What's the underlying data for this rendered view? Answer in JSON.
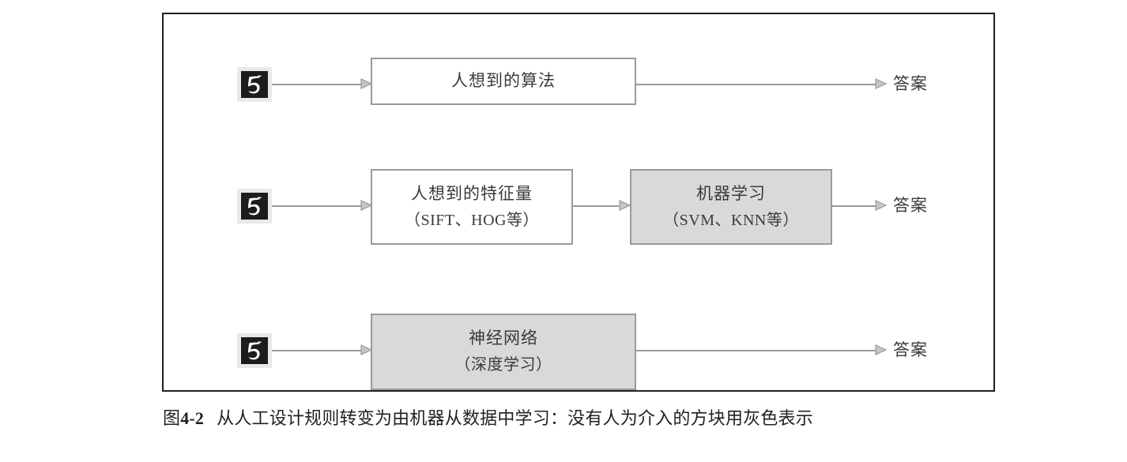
{
  "figure": {
    "caption_prefix": "图",
    "caption_number": "4-2",
    "caption_text": "从人工设计规则转变为由机器从数据中学习：没有人为介入的方块用灰色表示",
    "frame_color": "#231f20",
    "box_border_color": "#9a9a9a",
    "shaded_fill": "#d9d9d9",
    "line_color": "#9a9a9a",
    "text_color": "#3a3a3a"
  },
  "rows": [
    {
      "id": "rule",
      "input_icon": "mnist-digit-five-icon",
      "boxes": [
        {
          "id": "rule",
          "line_main": "人想到的算法",
          "line_sub": "",
          "shaded": false
        }
      ],
      "output_label": "答案"
    },
    {
      "id": "ml",
      "input_icon": "mnist-digit-five-icon",
      "boxes": [
        {
          "id": "feature",
          "line_main": "人想到的特征量",
          "line_sub": "（SIFT、HOG等）",
          "shaded": false
        },
        {
          "id": "ml",
          "line_main": "机器学习",
          "line_sub": "（SVM、KNN等）",
          "shaded": true
        }
      ],
      "output_label": "答案"
    },
    {
      "id": "nn",
      "input_icon": "mnist-digit-five-icon",
      "boxes": [
        {
          "id": "nn",
          "line_main": "神经网络",
          "line_sub": "（深度学习）",
          "shaded": true
        }
      ],
      "output_label": "答案"
    }
  ]
}
